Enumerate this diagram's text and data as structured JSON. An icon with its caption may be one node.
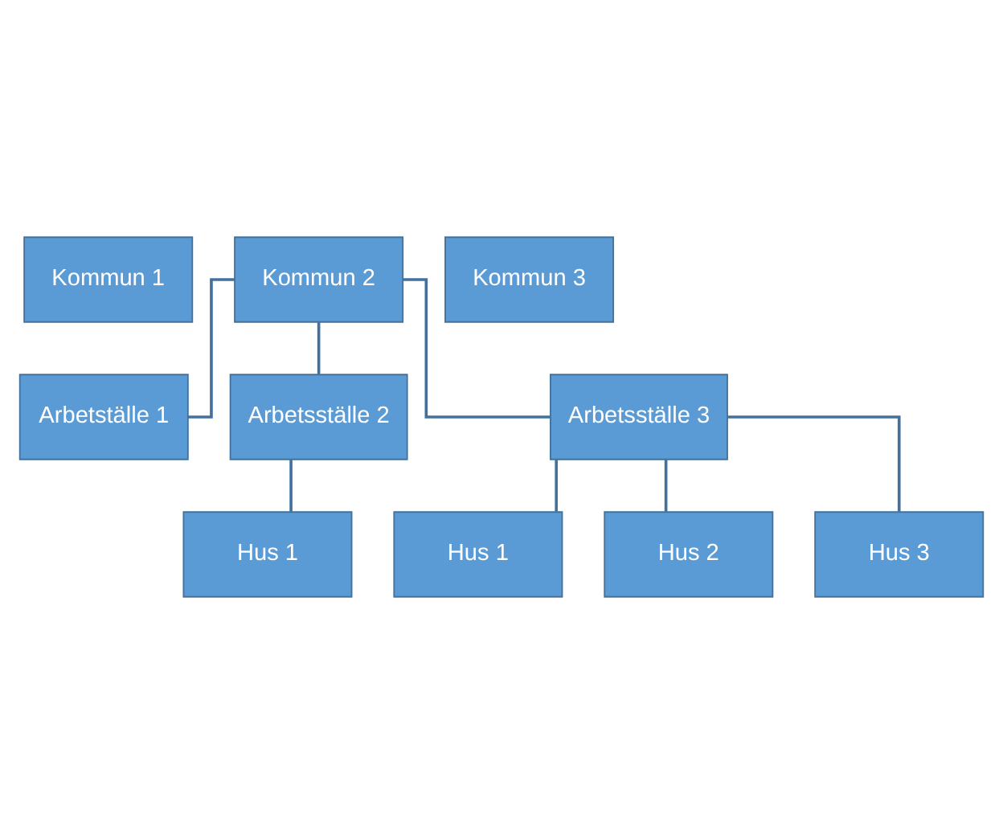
{
  "diagram": {
    "nodes": [
      {
        "text": [
          "Kommun 1"
        ]
      },
      {
        "text": [
          "Kommun 2"
        ]
      },
      {
        "text": [
          "Kommun 3"
        ]
      },
      {
        "text": [
          "Arbetställe 1"
        ]
      },
      {
        "text": [
          "Arbetsställe 2"
        ]
      },
      {
        "text": [
          "Arbetsställe 3"
        ]
      },
      {
        "text": [
          "Hus 1"
        ]
      },
      {
        "text": [
          "Hus 1"
        ]
      },
      {
        "text": [
          "Hus 2"
        ]
      },
      {
        "text": [
          "Hus 3"
        ]
      }
    ],
    "edges": [
      {
        "from": 1,
        "to": 3,
        "arrow": "none"
      },
      {
        "from": 1,
        "to": 4,
        "arrow": "none"
      },
      {
        "from": 1,
        "to": 5,
        "arrow": "none"
      },
      {
        "from": 4,
        "to": 6,
        "arrow": "none"
      },
      {
        "from": 5,
        "to": 7,
        "arrow": "none"
      },
      {
        "from": 5,
        "to": 8,
        "arrow": "none"
      },
      {
        "from": 5,
        "to": 9,
        "arrow": "none"
      }
    ]
  }
}
